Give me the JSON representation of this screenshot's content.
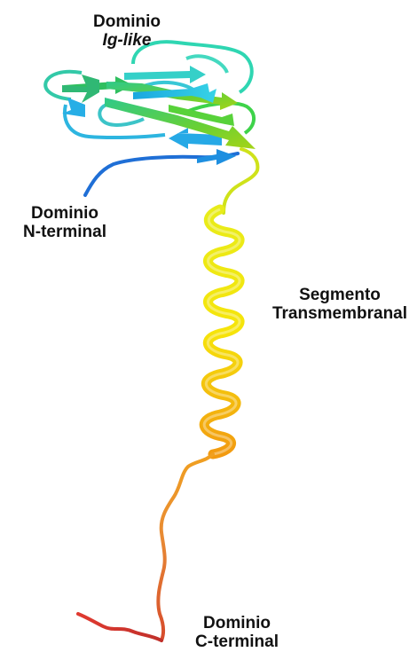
{
  "labels": {
    "ig_domain": {
      "line1": "Dominio",
      "line2": "Ig-like"
    },
    "n_terminal": {
      "line1": "Dominio",
      "line2": "N-terminal"
    },
    "transmembrane": {
      "line1": "Segmento",
      "line2": "Transmembranal"
    },
    "c_terminal": {
      "line1": "Dominio",
      "line2": "C-terminal"
    }
  },
  "colors": {
    "n_terminal": "#1f6fd6",
    "strand_cyan": "#27c4e8",
    "strand_teal": "#2ad1b0",
    "strand_green": "#3fcf5a",
    "strand_lime": "#9bd41f",
    "linker_yellow": "#e6e619",
    "helix_yellow": "#f2e60c",
    "helix_orange": "#f2a10c",
    "tail_orange": "#e8862a",
    "c_terminal": "#d83a2a"
  }
}
